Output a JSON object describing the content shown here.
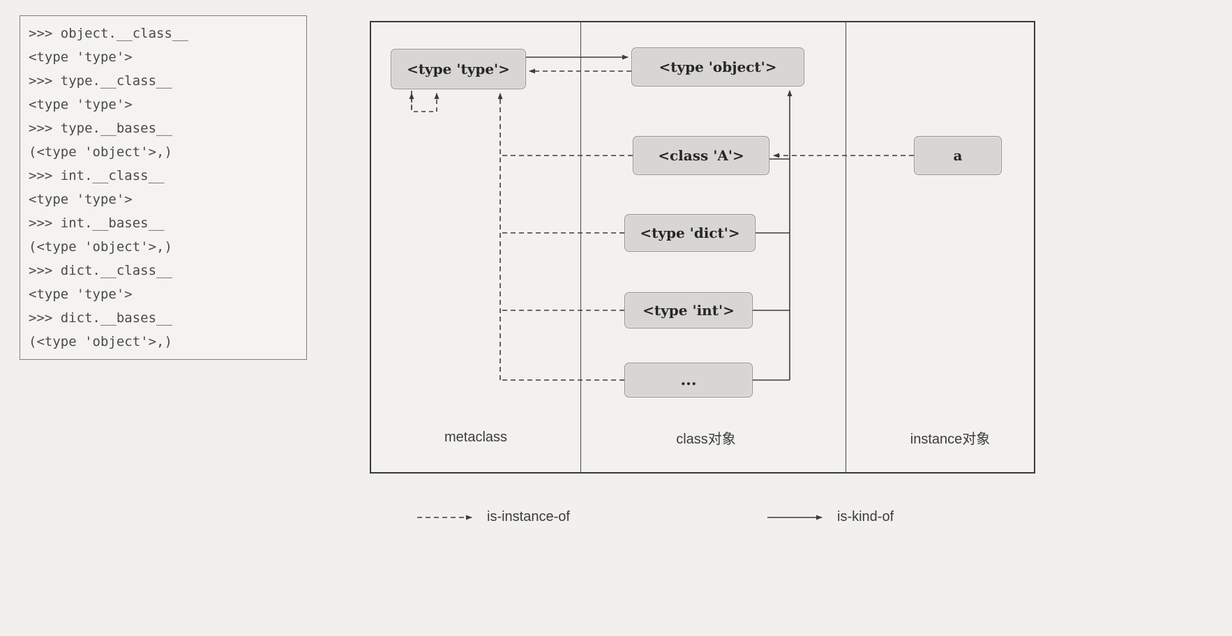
{
  "code_panel": {
    "lines": [
      ">>> object.__class__",
      "<type 'type'>",
      ">>> type.__class__",
      "<type 'type'>",
      ">>> type.__bases__",
      "(<type 'object'>,)",
      ">>> int.__class__",
      "<type 'type'>",
      ">>> int.__bases__",
      "(<type 'object'>,)",
      ">>> dict.__class__",
      "<type 'type'>",
      ">>> dict.__bases__",
      "(<type 'object'>,)"
    ]
  },
  "diagram": {
    "columns": [
      {
        "label": "metaclass"
      },
      {
        "label": "class对象"
      },
      {
        "label": "instance对象"
      }
    ],
    "nodes": {
      "type_type": "<type 'type'>",
      "type_object": "<type 'object'>",
      "class_a": "<class 'A'>",
      "type_dict": "<type 'dict'>",
      "type_int": "<type 'int'>",
      "ellipsis": "...",
      "instance_a": "a"
    },
    "colors": {
      "node_fill": "#d7d6d2",
      "node_border": "#93928e",
      "arrow": "#3c3c3a",
      "frame_border": "#3a3a38"
    }
  },
  "legend": {
    "is_instance_of": "is-instance-of",
    "is_kind_of": "is-kind-of"
  }
}
